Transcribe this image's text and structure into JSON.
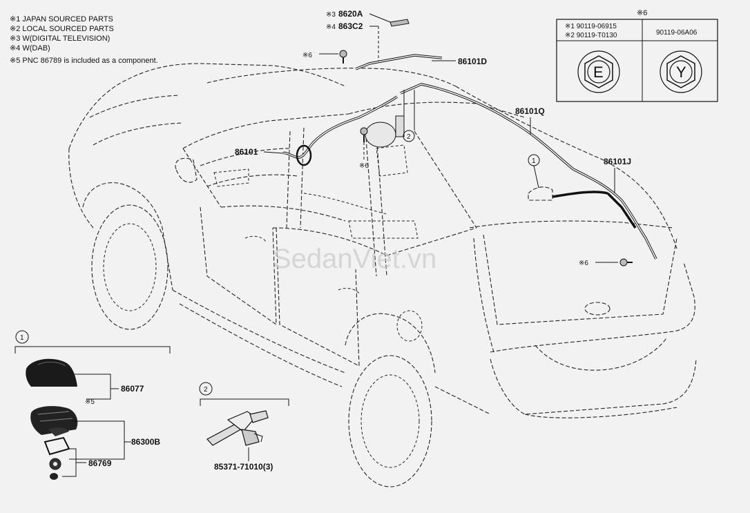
{
  "notes": [
    "※1 JAPAN SOURCED PARTS",
    "※2 LOCAL SOURCED PARTS",
    "※3 W(DIGITAL TELEVISION)",
    "※4 W(DAB)",
    "※5 PNC 86789 is included as a component."
  ],
  "bolt_table": {
    "header": "※6",
    "left_parts": [
      "※1 90119-06915",
      "※2 90119-T0130"
    ],
    "right_part": "90119-06A06",
    "left_mark": "E",
    "right_mark": "Y"
  },
  "parts": {
    "p8620A": "8620A",
    "p863C2": "863C2",
    "p8620A_mark": "※3",
    "p863C2_mark": "※4",
    "p86101D": "86101D",
    "p86101Q": "86101Q",
    "p86101J": "86101J",
    "p86101": "86101",
    "bolt_top": "※6",
    "bolt_center": "※6",
    "bolt_rear": "※6",
    "callout_1": "1",
    "callout_2": "2"
  },
  "inset1": {
    "callout": "1",
    "p86077": "86077",
    "p86077_note": "※5",
    "p86300B": "86300B",
    "p86769": "86769"
  },
  "inset2": {
    "callout": "2",
    "p85371": "85371-71010(3)"
  },
  "watermark": "SedanViet.vn"
}
